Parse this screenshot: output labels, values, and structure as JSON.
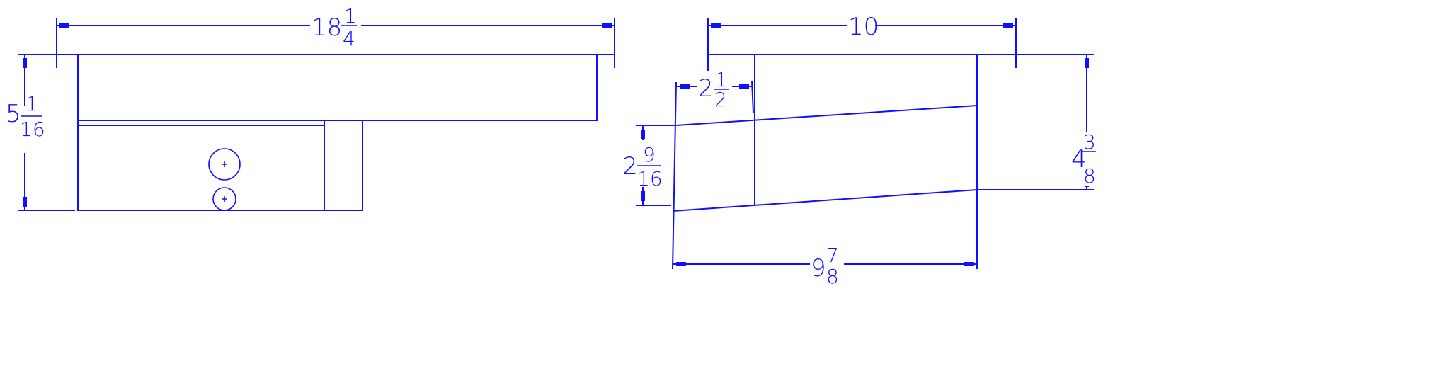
{
  "drawing": {
    "line_color": "#1010ff",
    "background": "#ffffff",
    "front_view": {
      "overall_length": {
        "whole": "18",
        "num": "1",
        "den": "4"
      },
      "overall_height": {
        "whole": "5",
        "num": "1",
        "den": "16"
      }
    },
    "side_view": {
      "top_width": {
        "whole": "10"
      },
      "offset": {
        "whole": "2",
        "num": "1",
        "den": "2"
      },
      "right_height": {
        "whole": "4",
        "num": "3",
        "den": "8"
      },
      "left_height": {
        "whole": "2",
        "num": "9",
        "den": "16"
      },
      "bottom_width": {
        "whole": "9",
        "num": "7",
        "den": "8"
      }
    }
  }
}
